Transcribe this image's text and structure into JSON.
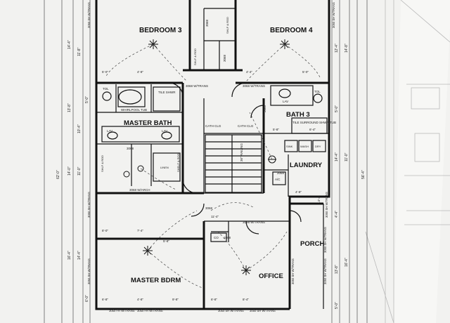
{
  "rooms": {
    "bedroom3": "BEDROOM 3",
    "bedroom4": "BEDROOM 4",
    "master_bath": "MASTER BATH",
    "bath3": "BATH 3",
    "laundry": "LAUNDRY",
    "porch": "PORCH",
    "master_bdrm": "MASTER BDRM",
    "office": "OFFICE"
  },
  "fixtures": {
    "whirlpool_tub": "WHIRLPOOL TUB",
    "tile_shwr": "TILE SHWR",
    "tile_surround": "TILE SURROUND SHWR/TUB",
    "lav": "LAV",
    "tol": "TOL",
    "sink": "SINK",
    "wash": "WASH",
    "dry": "DRY",
    "ac": "A/C",
    "cath_clg": "CATH CLG",
    "railing": "36\" RAILING",
    "shelf_rod": "SHLF & ROD",
    "shelf_rod_2": "SHELF & ROD",
    "linen": "LINEN",
    "co": "CO",
    "ceiling_note": "CATH CLG"
  },
  "door_tags": [
    "3068",
    "3068 W/TRANS",
    "3068 W/ARCH",
    "3068",
    "2068",
    "3068",
    "3068",
    "3068 W/TRANS",
    "3068 W/TRANS",
    "3068",
    "1868"
  ],
  "window_tags": {
    "top_left": "3050 SH W/TRANS",
    "top_right": "3050 SH W/TRANS",
    "right_1": "3050 SH W/TRANS",
    "right_2": "3050 SH W/TRANS",
    "left_1": "3050 SH W/TRANS",
    "left_2": "3050 SH W/TRANS",
    "bottom_1": "3050 FR W/TRANS",
    "bottom_2": "3050 FR W/TRANS",
    "bottom_3": "3050 SH W/TRANS",
    "bottom_4": "3050 SH W/TRANS",
    "porch_1": "3050 SH W/TRANS",
    "porch_2": "3050 SH W/TRANS"
  },
  "dimensions": {
    "left_outer": [
      "14'-4\"",
      "11'-8\"",
      "13'-8\"",
      "10'-4\"",
      "5'-0\"",
      "14'-0\"",
      "11'-0\"",
      "16'-4\"",
      "14'-4\"",
      "6'-0\""
    ],
    "left_inner": [
      "5'-0\"",
      "4'-8\"",
      "8'-0\"",
      "7'-4\"",
      "5'-8\"",
      "6'-8\"",
      "4'-8\"",
      "9'-8\""
    ],
    "right_outer": [
      "12'-4\"",
      "14'-8\"",
      "5'-0\"",
      "11'-0\"",
      "14'-4\"",
      "16'-4\"",
      "4'-4\"",
      "13'-8\"",
      "5'-0\""
    ],
    "right_inner": [
      "4'-4\"",
      "5'-0\"",
      "5'-8\"",
      "6'-4\"",
      "4'-8\"",
      "11'-4\"",
      "6'-8\"",
      "8'-4\"",
      "14'-4\""
    ],
    "overall_left": "62'-0\"",
    "overall_right": "56'-4\""
  }
}
